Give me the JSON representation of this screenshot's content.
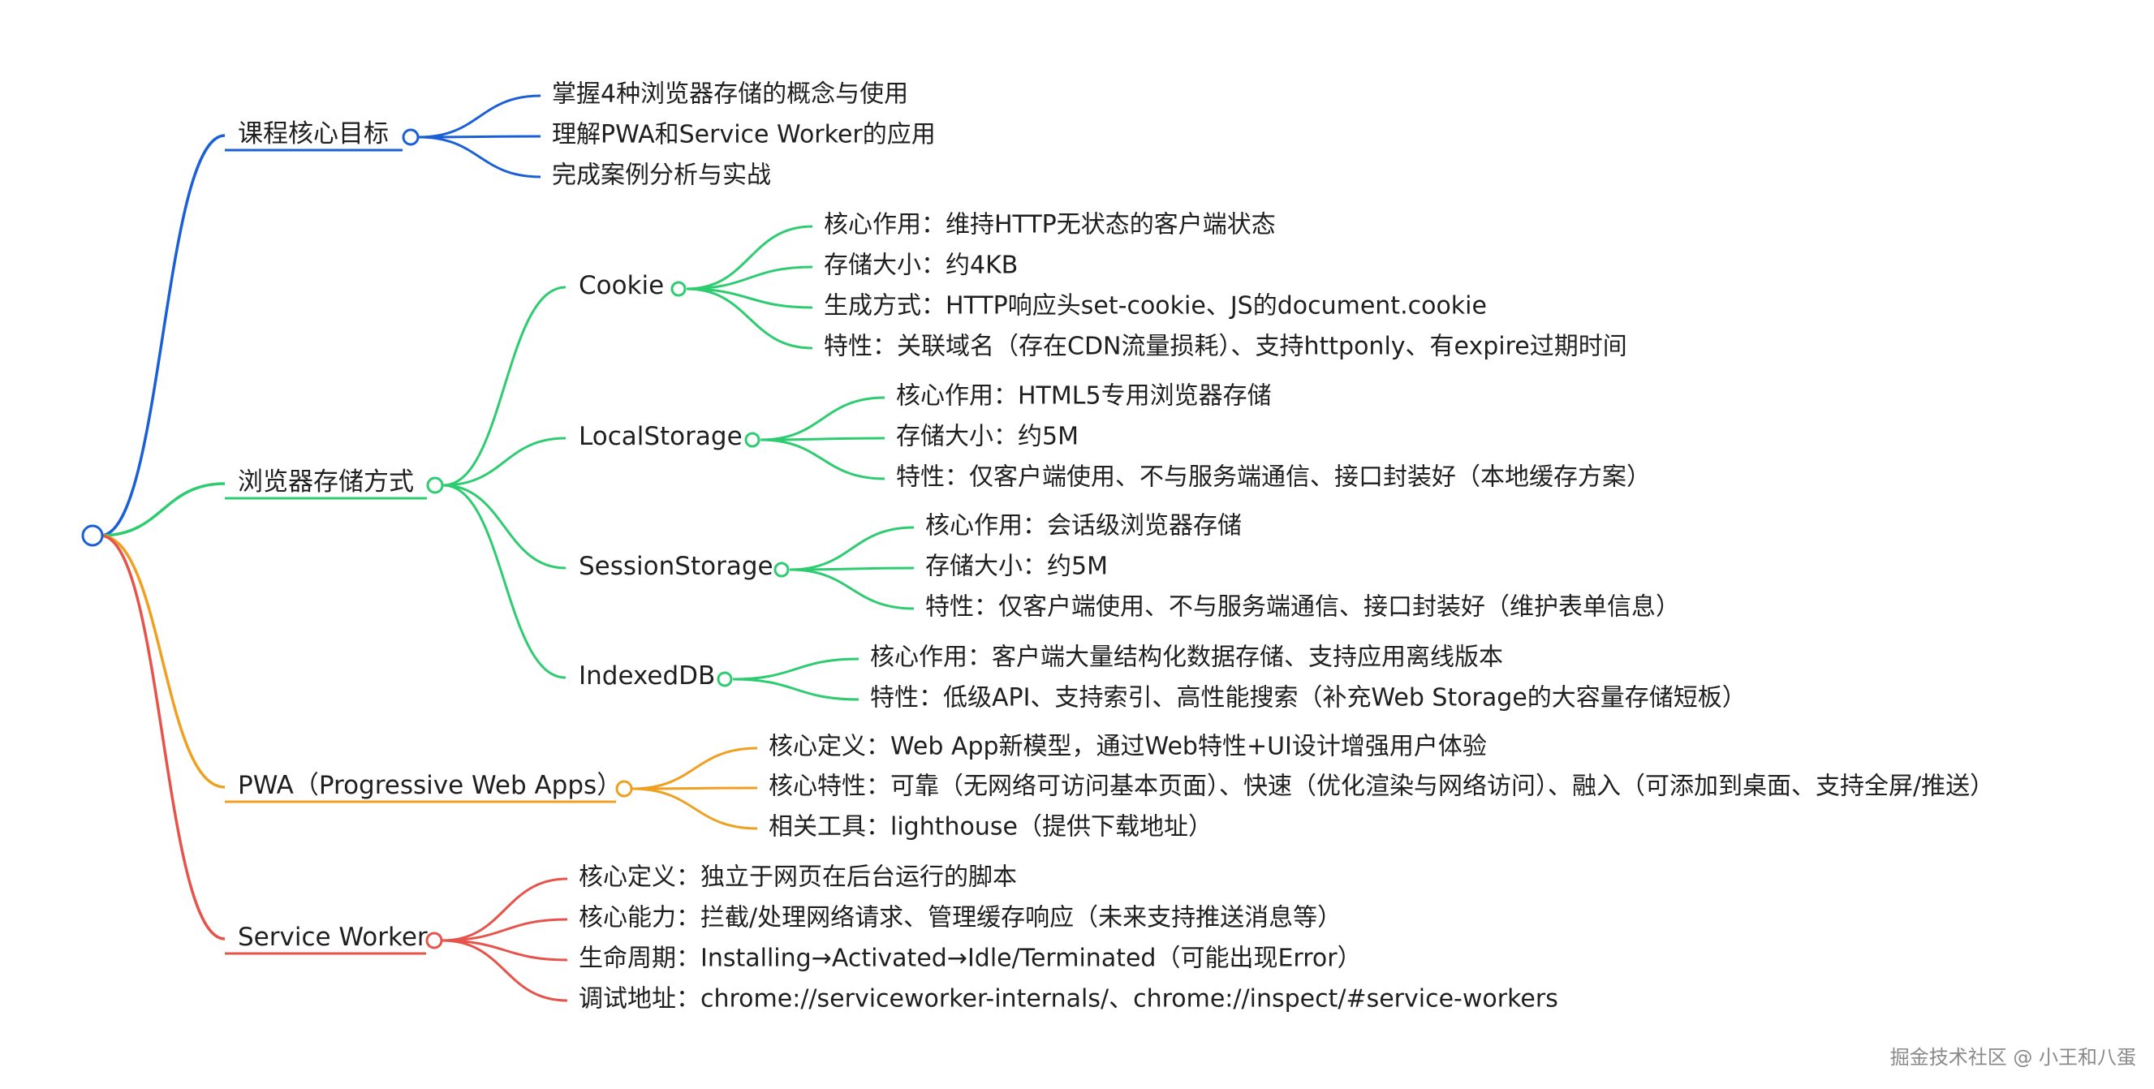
{
  "colors": {
    "root": "#1a5fd6",
    "goals": "#1a5fd6",
    "storage": "#2ecc71",
    "pwa": "#f0a020",
    "sw": "#e5534b",
    "text": "#1f1f1f",
    "watermark": "#8a8a8a"
  },
  "branches": [
    {
      "id": "goals",
      "label": "课程核心目标",
      "color": "#1a5fd6",
      "leaves": [
        "掌握4种浏览器存储的概念与使用",
        "理解PWA和Service Worker的应用",
        "完成案例分析与实战"
      ]
    },
    {
      "id": "storage",
      "label": "浏览器存储方式",
      "color": "#2ecc71",
      "children": [
        {
          "label": "Cookie",
          "leaves": [
            "核心作用：维持HTTP无状态的客户端状态",
            "存储大小：约4KB",
            "生成方式：HTTP响应头set-cookie、JS的document.cookie",
            "特性：关联域名（存在CDN流量损耗）、支持httponly、有expire过期时间"
          ]
        },
        {
          "label": "LocalStorage",
          "leaves": [
            "核心作用：HTML5专用浏览器存储",
            "存储大小：约5M",
            "特性：仅客户端使用、不与服务端通信、接口封装好（本地缓存方案）"
          ]
        },
        {
          "label": "SessionStorage",
          "leaves": [
            "核心作用：会话级浏览器存储",
            "存储大小：约5M",
            "特性：仅客户端使用、不与服务端通信、接口封装好（维护表单信息）"
          ]
        },
        {
          "label": "IndexedDB",
          "leaves": [
            "核心作用：客户端大量结构化数据存储、支持应用离线版本",
            "特性：低级API、支持索引、高性能搜索（补充Web Storage的大容量存储短板）"
          ]
        }
      ]
    },
    {
      "id": "pwa",
      "label": "PWA（Progressive Web Apps）",
      "color": "#f0a020",
      "leaves": [
        "核心定义：Web App新模型，通过Web特性+UI设计增强用户体验",
        "核心特性：可靠（无网络可访问基本页面）、快速（优化渲染与网络访问）、融入（可添加到桌面、支持全屏/推送）",
        "相关工具：lighthouse（提供下载地址）"
      ]
    },
    {
      "id": "sw",
      "label": "Service Worker",
      "color": "#e5534b",
      "leaves": [
        "核心定义：独立于网页在后台运行的脚本",
        "核心能力：拦截/处理网络请求、管理缓存响应（未来支持推送消息等）",
        "生命周期：Installing→Activated→Idle/Terminated（可能出现Error）",
        "调试地址：chrome://serviceworker-internals/、chrome://inspect/#service-workers"
      ]
    }
  ],
  "watermark": "掘金技术社区 @ 小王和八蛋"
}
